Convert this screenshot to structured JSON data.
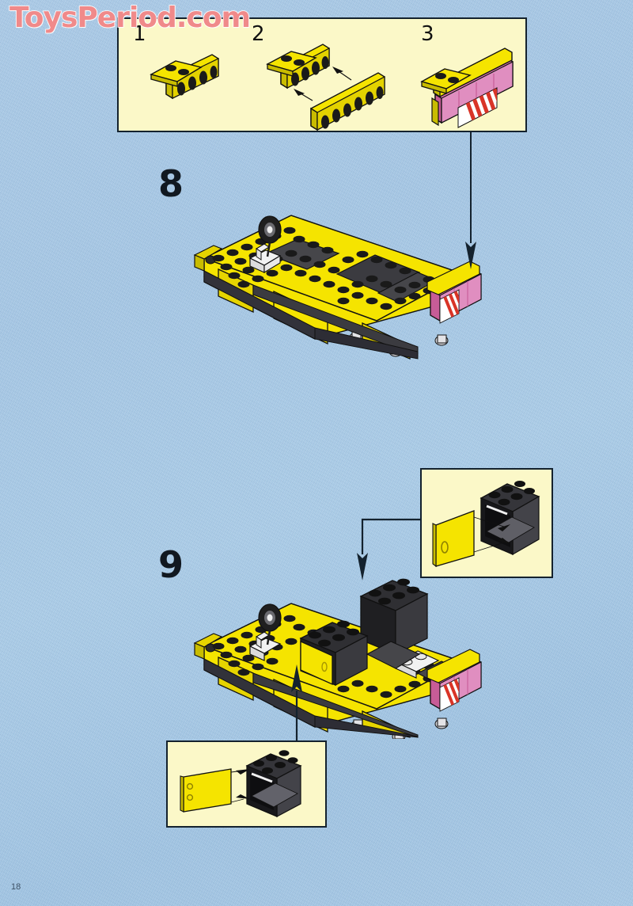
{
  "page": {
    "number": "18",
    "background_color": "#a7c8e5",
    "watermark": "ToysPeriod.com",
    "watermark_color": "#f08a8a"
  },
  "insets": {
    "top": {
      "name": "sub-assembly-steps-box",
      "background_color": "#fbf8c8",
      "border_color": "#14222e",
      "substeps": [
        {
          "number": "1",
          "description": "yellow 1x4 bracket plate"
        },
        {
          "number": "2",
          "description": "yellow bracket plus yellow 1x6 plate attaching"
        },
        {
          "number": "3",
          "description": "completed bracket with pink bumper and hazard stripe"
        }
      ]
    },
    "right": {
      "name": "container-door-detail-box",
      "background_color": "#fbf8c8",
      "border_color": "#14222e",
      "description": "black 2x3x2 container with yellow door attaching"
    },
    "bottom": {
      "name": "container-door-detail-box",
      "background_color": "#fbf8c8",
      "border_color": "#14222e",
      "description": "black 2x3x2 container with yellow door attaching"
    }
  },
  "steps": [
    {
      "number": "8",
      "name": "step-8",
      "model_description": "yellow truck chassis with dark gray plates, white seat, black steering wheel and pink rear bumper with hazard stripes"
    },
    {
      "number": "9",
      "name": "step-9",
      "model_description": "chassis with two black containers, yellow doors and white plate added"
    }
  ],
  "colors": {
    "lego_yellow": "#f5e400",
    "lego_yellow_dark": "#c9bc00",
    "lego_yellow_shade": "#e6d400",
    "lego_black": "#2b2b2b",
    "lego_dark_gray": "#46464a",
    "lego_gray_light": "#8d8d92",
    "lego_white": "#f2f2f2",
    "lego_pink": "#e87ab4",
    "lego_pink_dark": "#c75c97",
    "ink": "#14222e",
    "stripe_red": "#d93427"
  }
}
